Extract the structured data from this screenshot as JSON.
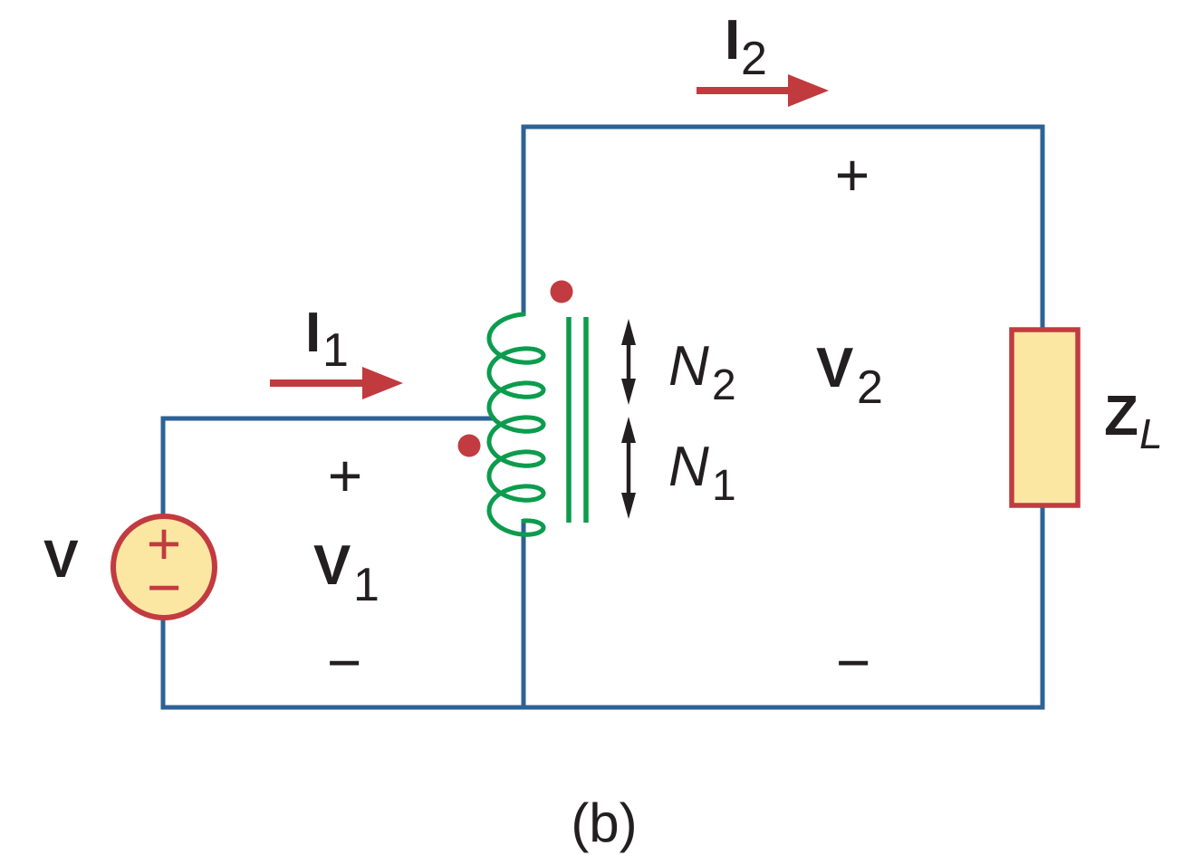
{
  "caption": "(b)",
  "source": {
    "label": "V",
    "plus": "+",
    "minus": "−"
  },
  "primary": {
    "current_base": "I",
    "current_sub": "1",
    "voltage_base": "V",
    "voltage_sub": "1",
    "plus": "+",
    "minus": "−",
    "turns_base": "N",
    "turns_sub": "1"
  },
  "secondary": {
    "current_base": "I",
    "current_sub": "2",
    "voltage_base": "V",
    "voltage_sub": "2",
    "plus": "+",
    "minus": "−",
    "turns_base": "N",
    "turns_sub": "2"
  },
  "load": {
    "label_base": "Z",
    "label_sub": "L"
  },
  "colors": {
    "wire_blue": "#2d6295",
    "coil_green": "#0c9c4d",
    "accent_red": "#c23b40",
    "component_fill": "#fbe7a2",
    "text_black": "#231f20"
  }
}
